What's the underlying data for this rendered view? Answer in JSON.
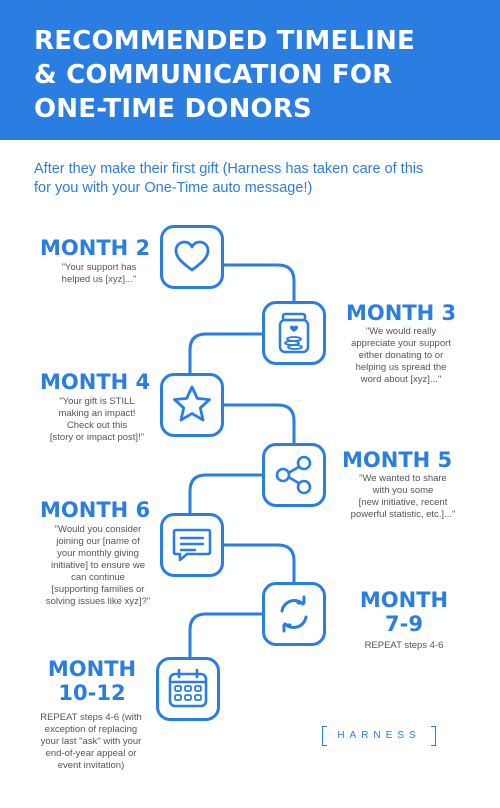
{
  "header": {
    "title_lines": [
      "RECOMMENDED TIMELINE",
      "& COMMUNICATION FOR",
      "ONE-TIME DONORS"
    ]
  },
  "intro_lines": [
    "After they make their first gift (Harness has taken care of this",
    "for you with your One-Time auto message!)"
  ],
  "steps": [
    {
      "title": "MONTH 2",
      "icon": "heart-icon",
      "lines": [
        "\"Your support has",
        "helped us [xyz]...\""
      ]
    },
    {
      "title": "MONTH 3",
      "icon": "jar-icon",
      "lines": [
        "\"We would really",
        "appreciate your support",
        "either donating to or",
        "helping us spread the",
        "word about [xyz]...\""
      ]
    },
    {
      "title": "MONTH 4",
      "icon": "star-icon",
      "lines": [
        "\"Your gift is STILL",
        "making an impact!",
        "Check out this",
        "[story or impact post]!\""
      ]
    },
    {
      "title": "MONTH 5",
      "icon": "share-icon",
      "lines": [
        "\"We wanted to share",
        "with you some",
        "[new initiative, recent",
        "powerful statistic, etc.]...\""
      ]
    },
    {
      "title": "MONTH 6",
      "icon": "message-icon",
      "lines": [
        "\"Would you consider",
        "joining our [name of",
        "your monthly giving",
        "initiative] to ensure we",
        "can continue",
        "[supporting families or",
        "solving issues like xyz]?\""
      ]
    },
    {
      "title_lines": [
        "MONTH",
        "7-9"
      ],
      "icon": "repeat-icon",
      "lines": [
        "REPEAT steps 4-6"
      ]
    },
    {
      "title_lines": [
        "MONTH",
        "10-12"
      ],
      "icon": "calendar-icon",
      "lines": [
        "REPEAT steps 4-6 (with",
        "exception of replacing",
        "your last \"ask\" with your",
        "end-of-year appeal or",
        "event invitation)"
      ]
    }
  ],
  "logo": {
    "text": "HARNESS"
  },
  "colors": {
    "accent": "#2a7de1",
    "body_text": "#555555"
  }
}
